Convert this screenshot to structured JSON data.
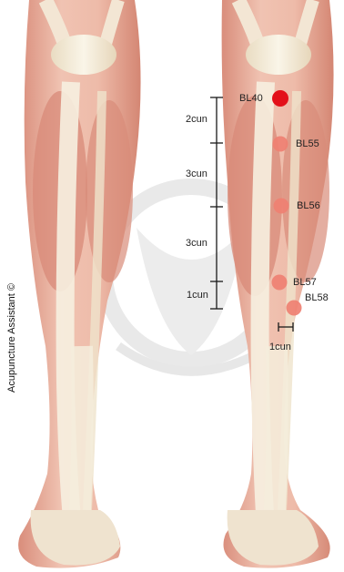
{
  "copyright": "Acupuncture Assistant ©",
  "points": [
    {
      "id": "BL40",
      "label": "BL40",
      "color": "#e3101a"
    },
    {
      "id": "BL55",
      "label": "BL55",
      "color": "#ef8072"
    },
    {
      "id": "BL56",
      "label": "BL56",
      "color": "#ef8072"
    },
    {
      "id": "BL57",
      "label": "BL57",
      "color": "#ef8072"
    },
    {
      "id": "BL58",
      "label": "BL58",
      "color": "#ef8072"
    }
  ],
  "measurements": [
    {
      "label": "2cun"
    },
    {
      "label": "3cun"
    },
    {
      "label": "3cun"
    },
    {
      "label": "1cun"
    },
    {
      "label": "1cun"
    }
  ],
  "colors": {
    "skin": "#f2d2c3",
    "muscle": "#e2a190",
    "bone": "#f4ecd8",
    "watermark": "#d9d9d9",
    "ruler": "#1a1a1a"
  }
}
